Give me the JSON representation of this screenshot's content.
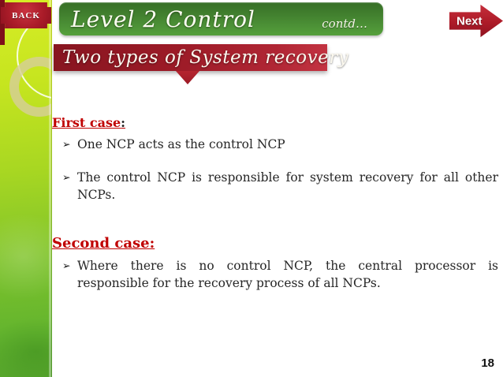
{
  "nav": {
    "back_label": "BACK",
    "next_label": "Next"
  },
  "header": {
    "title": "Level 2 Control",
    "contd_label": "contd…"
  },
  "banner": {
    "title": "Two types of System recovery"
  },
  "body": {
    "sections": [
      {
        "heading": "First case",
        "colon": ":",
        "bullets": [
          {
            "lines": [
              "One NCP acts as the control NCP"
            ]
          },
          {
            "lines": [
              "The control NCP is responsible for system recovery for all other",
              "NCPs."
            ]
          }
        ]
      },
      {
        "heading": "Second case",
        "colon": ":",
        "bullets": [
          {
            "lines": [
              "Where there is no control NCP, the central processor is",
              "responsible for the recovery process of all NCPs."
            ]
          }
        ]
      }
    ]
  },
  "footer": {
    "page_number": "18"
  },
  "icons": {
    "bullet_glyph": "➢"
  },
  "colors": {
    "sidebar_top": "#d6ec26",
    "sidebar_bottom": "#55a42b",
    "title_bar_green": "#4c9136",
    "ribbon_red": "#9c1b27",
    "heading_red": "#c00000",
    "button_red": "#ad1b28"
  }
}
